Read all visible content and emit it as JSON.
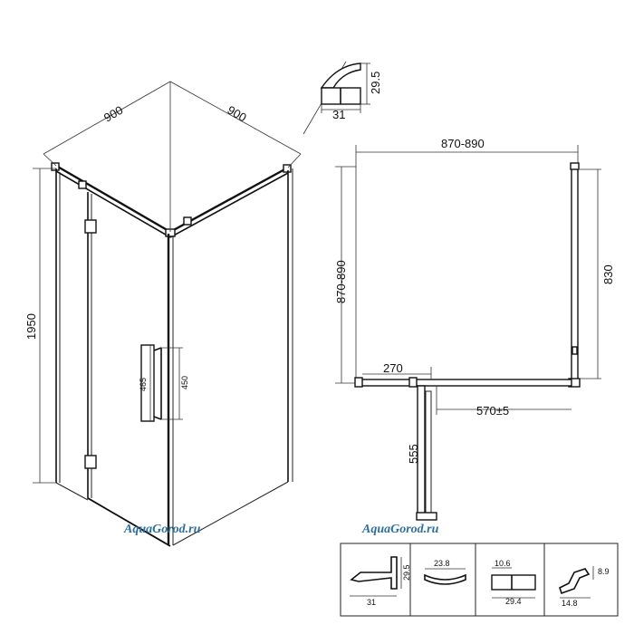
{
  "iso": {
    "width_left": "900",
    "width_right": "900",
    "height": "1950",
    "handle_a": "465",
    "handle_b": "450"
  },
  "top_profile": {
    "height": "29.5",
    "width": "31"
  },
  "plan": {
    "top": "870-890",
    "left": "870-890",
    "right": "830",
    "small": "270",
    "opening": "570±5",
    "swing": "555"
  },
  "watermark": "AquaGorod.ru",
  "profiles": {
    "p1_h": "29.5",
    "p1_w": "31",
    "p2_w": "23.8",
    "p3_top": "10.6",
    "p3_bottom": "29.4",
    "p4_h": "8.9",
    "p4_w": "14.8"
  }
}
